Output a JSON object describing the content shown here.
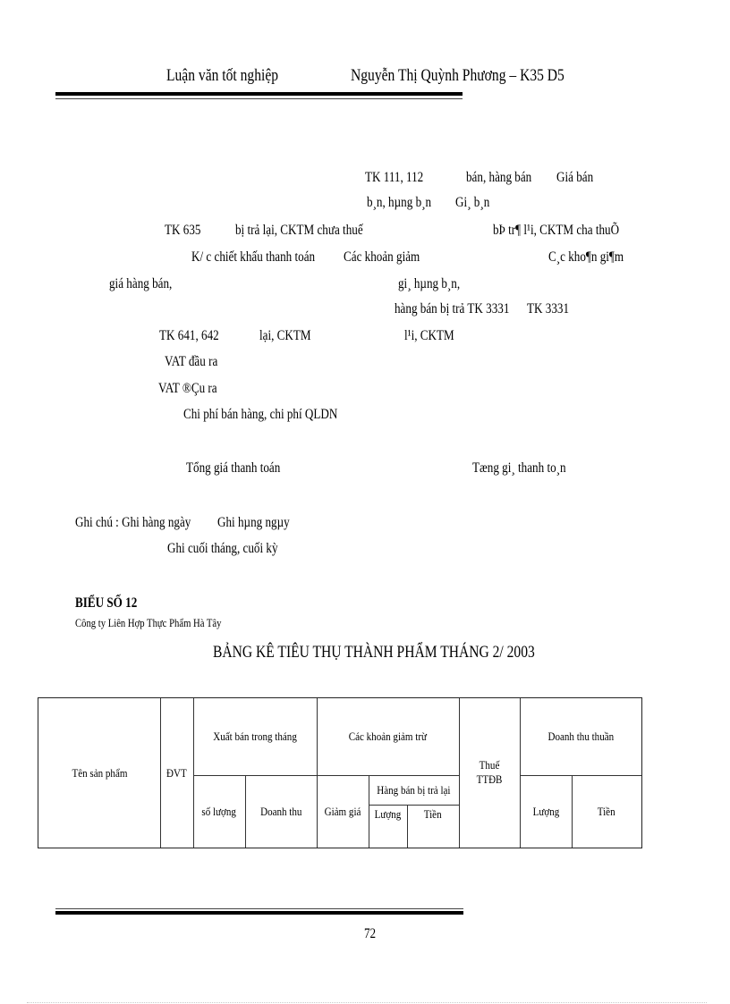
{
  "header": {
    "left": "Luận văn tốt nghiệp",
    "right": "Nguyễn Thị Quỳnh Phương – K35 D5"
  },
  "diagram": {
    "lines": [
      {
        "id": "tk111",
        "text": "TK 111, 112"
      },
      {
        "id": "ban_hang_ban",
        "text": "bán, hàng bán"
      },
      {
        "id": "gia_ban",
        "text": "Giá bán"
      },
      {
        "id": "garbled1",
        "text": "b¸n, hµng b¸n"
      },
      {
        "id": "garbled2",
        "text": "Gi¸ b¸n"
      },
      {
        "id": "tk635",
        "text": "TK 635"
      },
      {
        "id": "bi_tra_lai",
        "text": "bị trả lại, CKTM chưa thuế"
      },
      {
        "id": "garbled3",
        "text": "bÞ tr¶ l¹i, CKTM cha  thuÕ"
      },
      {
        "id": "kc_chiet_khau",
        "text": "K/ c chiết khấu thanh toán"
      },
      {
        "id": "cac_khoan_giam",
        "text": "Các khoản giảm"
      },
      {
        "id": "garbled4",
        "text": "C¸c kho¶n gi¶m"
      },
      {
        "id": "gia_hang_ban",
        "text": "giá hàng bán,"
      },
      {
        "id": "garbled5",
        "text": "gi¸ hµng b¸n,"
      },
      {
        "id": "hang_ban_bi_tra",
        "text": "hàng bán bị trả TK 3331"
      },
      {
        "id": "tk3331",
        "text": "TK 3331"
      },
      {
        "id": "tk641",
        "text": "TK 641, 642"
      },
      {
        "id": "lai_cktm",
        "text": "lại, CKTM"
      },
      {
        "id": "garbled6",
        "text": "l¹i, CKTM"
      },
      {
        "id": "vat_dau_ra",
        "text": "VAT đầu ra"
      },
      {
        "id": "vat_garbled",
        "text": "VAT ®Çu ra"
      },
      {
        "id": "chi_phi",
        "text": "Chi phí bán hàng, chi phí QLDN"
      },
      {
        "id": "tong_gia",
        "text": "Tổng giá thanh toán"
      },
      {
        "id": "tong_garbled",
        "text": "Tæng gi¸ thanh to¸n"
      }
    ]
  },
  "legend": {
    "line1": "Ghi chú : Ghi hàng ngày",
    "line1b": "Ghi hµng ngµy",
    "line2": "Ghi cuối tháng, cuối kỳ"
  },
  "section": {
    "label": "BIỂU SỐ 12",
    "company": "Công ty Liên Hợp Thực Phẩm Hà Tây",
    "title": "BẢNG KÊ TIÊU THỤ THÀNH PHẨM THÁNG 2/ 2003"
  },
  "table": {
    "headers": {
      "product_name": "Tên sản phẩm",
      "unit": "ĐVT",
      "sold_in_month": "Xuất bán trong tháng",
      "quantity": "số lượng",
      "revenue": "Doanh thu",
      "deductions": "Các khoản giảm trừ",
      "discount": "Giảm giá",
      "returned": "Hàng bán bị trả lại",
      "returned_qty": "Lượng",
      "returned_amount": "Tiền",
      "tax": "Thuế TTĐB",
      "net_revenue": "Doanh thu thuần",
      "net_qty": "Lượng",
      "net_amount": "Tiền"
    },
    "rows": []
  },
  "footer": {
    "page_number": "72"
  }
}
